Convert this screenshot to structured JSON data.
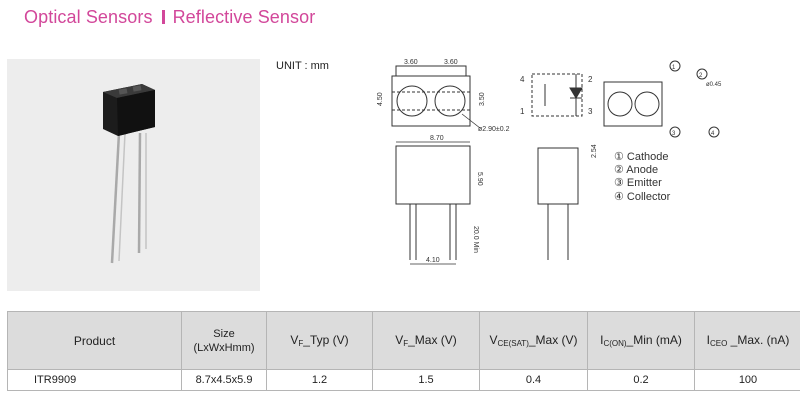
{
  "header": {
    "category": "Optical Sensors",
    "subcategory": "Reflective Sensor"
  },
  "unit_label": "UNIT : mm",
  "drawing": {
    "dim_width_left": "3.60",
    "dim_width_right": "3.60",
    "dim_height_left": "4.50",
    "dim_height_right": "3.50",
    "dim_hole": "ø2.90±0.2",
    "dim_length": "8.70",
    "dim_body_height": "5.90",
    "dim_lead_length": "20.0 Min",
    "dim_lead_pitch": "4.10",
    "dim_pin_pitch": "2.54",
    "dim_angle": "ø0.45",
    "pin_labels": [
      "1",
      "2",
      "3",
      "4"
    ],
    "pins": [
      "① Cathode",
      "② Anode",
      "③ Emitter",
      "④ Collector"
    ]
  },
  "table": {
    "headers": {
      "product": "Product",
      "size": "Size",
      "size_unit": "(LxWxHmm)",
      "vf_typ_pre": "V",
      "vf_typ_sub": "F",
      "vf_typ_post": "_Typ (V)",
      "vf_max_pre": "V",
      "vf_max_sub": "F",
      "vf_max_post": "_Max (V)",
      "vce_pre": "V",
      "vce_sub": "CE(SAT)",
      "vce_post": "_Max (V)",
      "ic_pre": "I",
      "ic_sub": "C(ON)",
      "ic_post": "_Min (mA)",
      "iceo_pre": "I",
      "iceo_sub": "CEO",
      "iceo_post": " _Max. (nA)"
    },
    "row": {
      "product": "ITR9909",
      "size": "8.7x4.5x5.9",
      "vf_typ": "1.2",
      "vf_max": "1.5",
      "vce_max": "0.4",
      "ic_min": "0.2",
      "iceo_max": "100"
    }
  },
  "colors": {
    "accent": "#d2479a",
    "header_bg": "#dcdcdc",
    "photo_bg": "#ededed"
  }
}
